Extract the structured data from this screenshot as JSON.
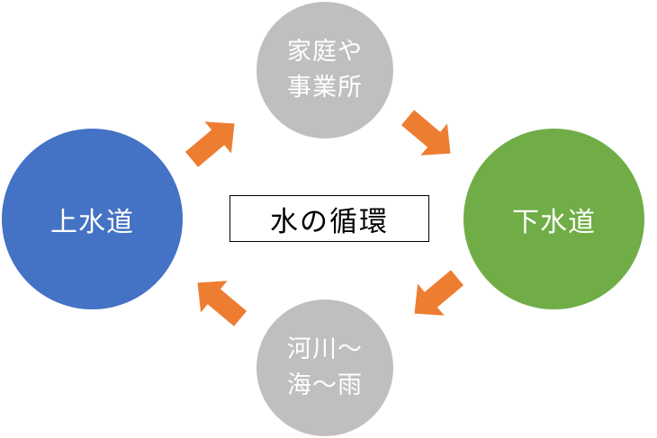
{
  "diagram": {
    "title": "水の循環",
    "nodes": [
      {
        "id": "water-supply",
        "label": "上水道"
      },
      {
        "id": "homes-businesses",
        "label": "家庭や\n事業所"
      },
      {
        "id": "sewerage",
        "label": "下水道"
      },
      {
        "id": "rivers-sea-rain",
        "label": "河川〜\n海〜雨"
      }
    ],
    "flow": [
      "上水道",
      "家庭や事業所",
      "下水道",
      "河川〜海〜雨",
      "上水道"
    ]
  },
  "colors": {
    "water_supply": "#4472C4",
    "sewerage": "#70AD47",
    "neutral": "#BFBFBF",
    "arrow": "#ED7D31"
  }
}
